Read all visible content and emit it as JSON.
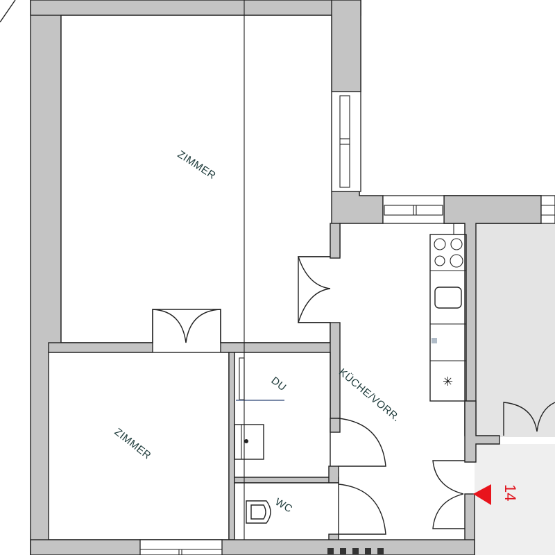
{
  "plan": {
    "rooms": [
      {
        "id": "zimmer-1",
        "label": "ZIMMER"
      },
      {
        "id": "zimmer-2",
        "label": "ZIMMER"
      },
      {
        "id": "du",
        "label": "DU"
      },
      {
        "id": "kueche",
        "label": "KÜCHE/VORR."
      },
      {
        "id": "wc",
        "label": "WC"
      }
    ],
    "entrance": {
      "unit_number": "14",
      "marker_color": "#e8141c"
    },
    "colors": {
      "wall": "#c4c4c4",
      "neighbor_unit": "#e4e4e4",
      "stairwell": "#efefef"
    }
  }
}
